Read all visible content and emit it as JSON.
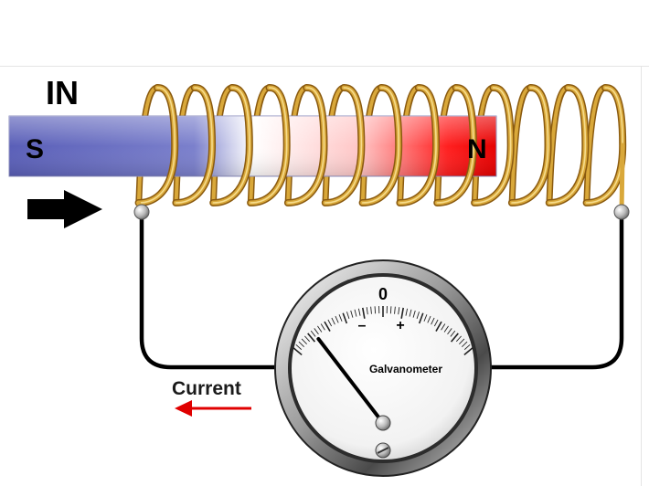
{
  "diagram": {
    "direction_label": "IN",
    "magnet": {
      "south_label": "S",
      "north_label": "N",
      "colors": {
        "south": "#5a5fb8",
        "north": "#e80000",
        "middle": "#ffffff"
      }
    },
    "coil": {
      "turns": 13,
      "color": "#d9a83a",
      "highlight": "#f6dc8c",
      "shade": "#8a5a0f"
    },
    "motion_arrow": {
      "icon": "arrow-right-icon",
      "color": "#000000"
    },
    "galvanometer": {
      "label": "Galvanometer",
      "zero_label": "0",
      "minus_label": "–",
      "plus_label": "+",
      "needle_deflection": -0.75
    },
    "current": {
      "label": "Current",
      "arrow_icon": "arrow-left-icon",
      "arrow_color": "#e00000"
    },
    "wire_color": "#000000"
  }
}
